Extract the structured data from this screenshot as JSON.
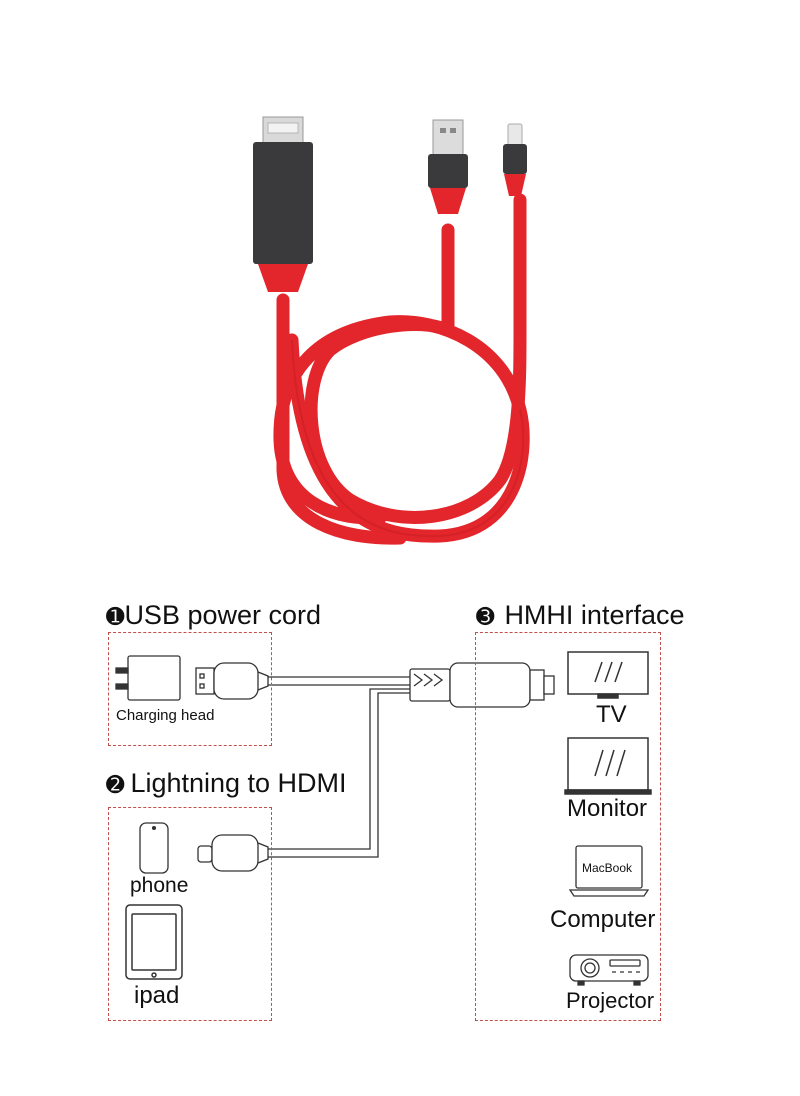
{
  "colors": {
    "cable": "#e3262b",
    "cable_shadow": "#b81b20",
    "connector_body": "#3a3a3c",
    "metal": "#d9d9d9",
    "outline": "#333333",
    "dashed": "#c0504d"
  },
  "sections": {
    "usb": {
      "num": "➊",
      "title": "USB power cord",
      "charging_label": "Charging head"
    },
    "lightning": {
      "num": "➋",
      "title": "Lightning to HDMI",
      "phone_label": "phone",
      "ipad_label": "ipad"
    },
    "hdmi": {
      "num": "➌",
      "title": "HMHI interface",
      "devices": [
        "TV",
        "Monitor",
        "Computer",
        "Projector"
      ],
      "laptop_brand": "MacBook"
    }
  }
}
